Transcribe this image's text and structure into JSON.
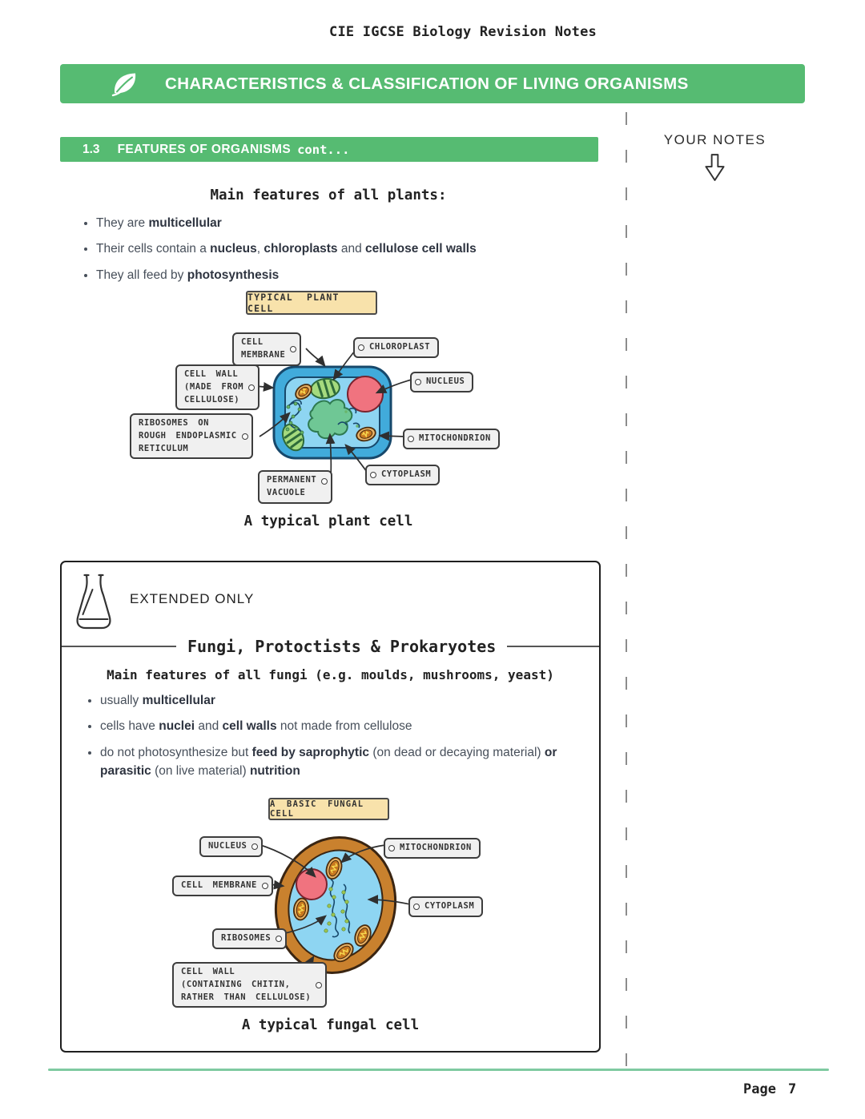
{
  "page": {
    "title": "CIE IGCSE Biology Revision Notes",
    "footer": {
      "label": "Page",
      "number": "7"
    }
  },
  "banner": {
    "title": "CHARACTERISTICS & CLASSIFICATION OF LIVING ORGANISMS"
  },
  "section": {
    "number": "1.3",
    "title": "FEATURES OF ORGANISMS",
    "suffix": "cont..."
  },
  "notes": {
    "label": "YOUR NOTES"
  },
  "plants": {
    "heading": "Main features of all plants:",
    "bullets": [
      [
        {
          "t": "They are "
        },
        {
          "t": "multicellular",
          "b": 1
        }
      ],
      [
        {
          "t": "Their cells contain a "
        },
        {
          "t": "nucleus",
          "b": 1
        },
        {
          "t": ", "
        },
        {
          "t": "chloroplasts",
          "b": 1
        },
        {
          "t": " and "
        },
        {
          "t": "cellulose cell walls",
          "b": 1
        }
      ],
      [
        {
          "t": "They all feed by "
        },
        {
          "t": "photosynthesis",
          "b": 1
        }
      ]
    ],
    "diagram": {
      "title": "TYPICAL PLANT CELL",
      "caption": "A typical plant cell",
      "labels": {
        "cell_membrane": [
          "CELL",
          "MEMBRANE"
        ],
        "chloroplast": [
          "CHLOROPLAST"
        ],
        "cell_wall": [
          "CELL WALL",
          "(MADE FROM",
          "CELLULOSE)"
        ],
        "nucleus": [
          "NUCLEUS"
        ],
        "ribosomes": [
          "RIBOSOMES ON",
          "ROUGH ENDOPLASMIC",
          "RETICULUM"
        ],
        "mitochondrion": [
          "MITOCHONDRION"
        ],
        "permanent_vacuole": [
          "PERMANENT",
          "VACUOLE"
        ],
        "cytoplasm": [
          "CYTOPLASM"
        ]
      }
    }
  },
  "extended": {
    "label": "EXTENDED ONLY",
    "title": "Fungi, Protoctists & Prokaryotes",
    "heading": "Main features of all fungi (e.g. moulds, mushrooms, yeast)",
    "bullets": [
      [
        {
          "t": "usually "
        },
        {
          "t": "multicellular",
          "b": 1
        }
      ],
      [
        {
          "t": "cells have "
        },
        {
          "t": "nuclei",
          "b": 1
        },
        {
          "t": " and "
        },
        {
          "t": "cell walls",
          "b": 1
        },
        {
          "t": " not made from cellulose"
        }
      ],
      [
        {
          "t": "do not photosynthesize but "
        },
        {
          "t": "feed by saprophytic",
          "b": 1
        },
        {
          "t": " (on dead or decaying material) "
        },
        {
          "t": "or",
          "b": 1
        },
        {
          "br": 1
        },
        {
          "t": "parasitic",
          "b": 1
        },
        {
          "t": " (on live material) "
        },
        {
          "t": "nutrition",
          "b": 1
        }
      ]
    ],
    "diagram": {
      "title": "A BASIC FUNGAL CELL",
      "caption": "A typical fungal cell",
      "labels": {
        "nucleus": [
          "NUCLEUS"
        ],
        "mitochondrion": [
          "MITOCHONDRION"
        ],
        "cell_membrane": [
          "CELL MEMBRANE"
        ],
        "cytoplasm": [
          "CYTOPLASM"
        ],
        "ribosomes": [
          "RIBOSOMES"
        ],
        "cell_wall": [
          "CELL WALL",
          "(CONTAINING CHITIN,",
          "RATHER THAN CELLULOSE)"
        ]
      }
    }
  },
  "colors": {
    "banner_green": "#56BB72",
    "footer_green": "#7FCAA1",
    "label_cream": "#F8E2AB",
    "cell_wall_blue": "#41ABDB",
    "cytoplasm_blue": "#8ED5F2",
    "nucleus_pink": "#F0737F",
    "chloroplast_green": "#A5DA7E",
    "vacuole_green": "#6FC795",
    "mitochondrion_orange": "#D8862C",
    "fungal_wall_brown": "#C9812E"
  }
}
